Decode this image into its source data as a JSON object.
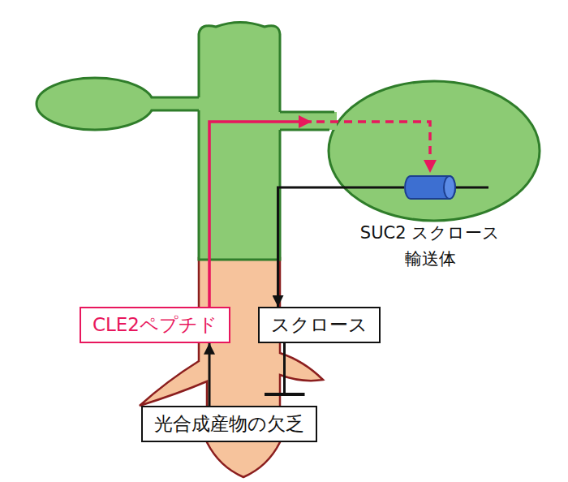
{
  "diagram": {
    "nodes": [
      {
        "text": [
          "SUC2 スクロース輸送体"
        ]
      },
      {
        "text": [
          "CLE2ペプチド"
        ]
      },
      {
        "text": [
          "スクロース"
        ]
      },
      {
        "text": [
          "光合成産物の欠乏"
        ]
      }
    ],
    "edges": [
      {
        "from": 1,
        "to": 0,
        "arrow": "to"
      },
      {
        "from": 0,
        "to": 2,
        "arrow": "to"
      },
      {
        "from": 2,
        "to": 3,
        "arrow": "to"
      },
      {
        "from": 3,
        "to": 1,
        "arrow": "to"
      }
    ]
  }
}
